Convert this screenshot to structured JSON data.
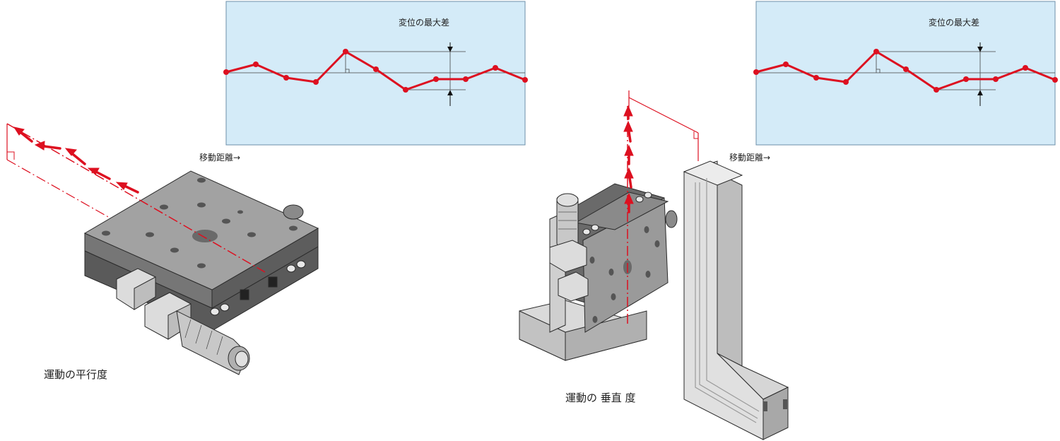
{
  "left": {
    "graph": {
      "max_diff_label": "変位の最大差",
      "x_axis_label": "移動距離→"
    },
    "caption": "運動の平行度"
  },
  "right": {
    "graph": {
      "max_diff_label": "変位の最大差",
      "x_axis_label": "移動距離→"
    },
    "caption": "運動の 垂直 度"
  },
  "colors": {
    "panel_fill": "#d4ebf8",
    "accent": "#dd1020",
    "stage_dark": "#6c6c6c",
    "stage_light": "#d7d7d7"
  }
}
